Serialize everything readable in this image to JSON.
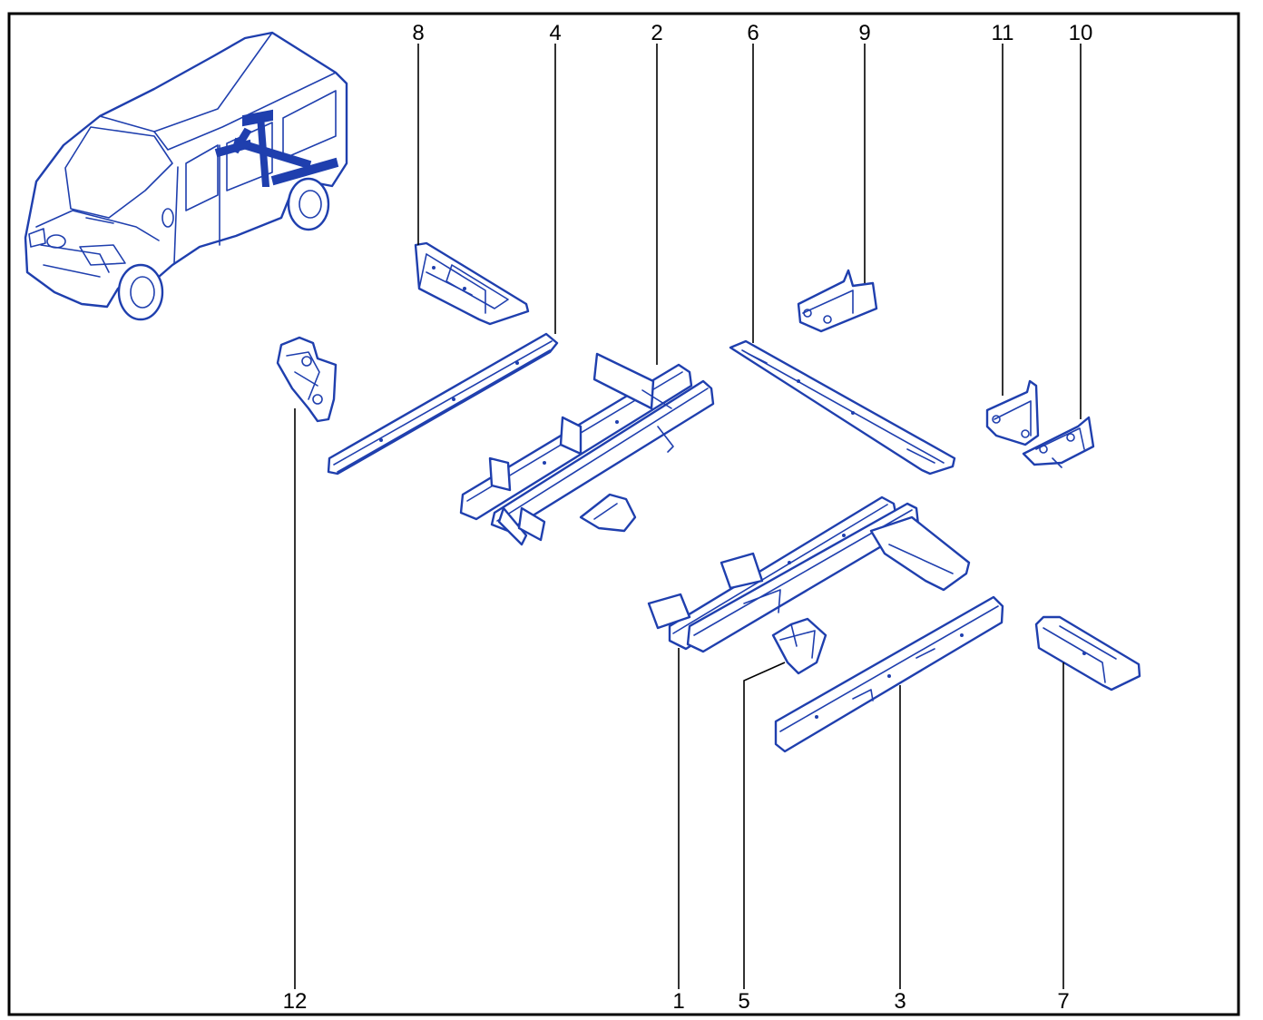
{
  "colors": {
    "line_art": "#1f3fae",
    "text": "#000000",
    "background": "#ffffff"
  },
  "callouts": {
    "top": [
      "8",
      "4",
      "2",
      "6",
      "9",
      "11",
      "10"
    ],
    "bottom": [
      "12",
      "1",
      "5",
      "3",
      "7"
    ]
  },
  "parts": [
    {
      "ref": "1"
    },
    {
      "ref": "2"
    },
    {
      "ref": "3"
    },
    {
      "ref": "4"
    },
    {
      "ref": "5"
    },
    {
      "ref": "6"
    },
    {
      "ref": "7"
    },
    {
      "ref": "8"
    },
    {
      "ref": "9"
    },
    {
      "ref": "10"
    },
    {
      "ref": "11"
    },
    {
      "ref": "12"
    }
  ]
}
